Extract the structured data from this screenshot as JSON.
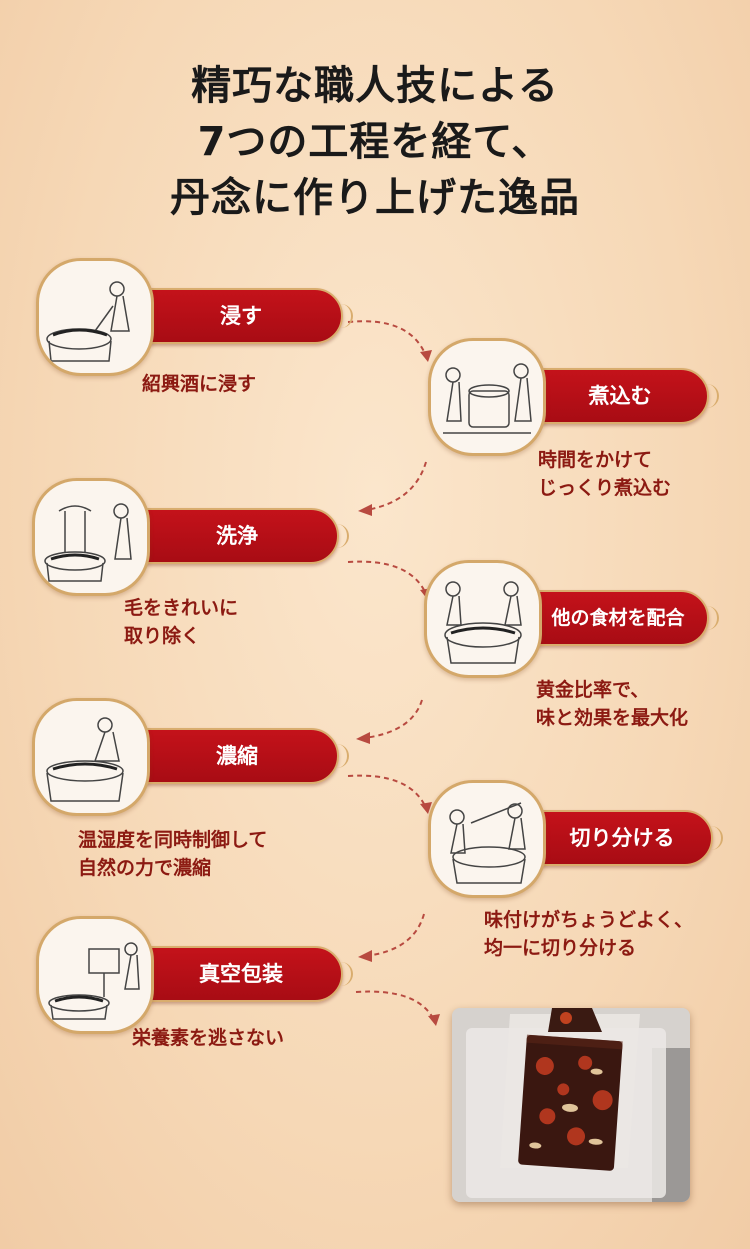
{
  "title": {
    "line1": "精巧な職人技による",
    "line2": "7つの工程を経て、",
    "line3": "丹念に作り上げた逸品"
  },
  "steps": [
    {
      "label": "浸す",
      "desc": [
        "紹興酒に浸す"
      ],
      "icon": "soaking-illustration-icon"
    },
    {
      "label": "煮込む",
      "desc": [
        "時間をかけて",
        "じっくり煮込む"
      ],
      "icon": "simmering-illustration-icon"
    },
    {
      "label": "洗浄",
      "desc": [
        "毛をきれいに",
        "取り除く"
      ],
      "icon": "washing-illustration-icon"
    },
    {
      "label": "他の食材を配合",
      "desc": [
        "黄金比率で、",
        "味と効果を最大化"
      ],
      "icon": "mixing-illustration-icon"
    },
    {
      "label": "濃縮",
      "desc": [
        "温湿度を同時制御して",
        "自然の力で濃縮"
      ],
      "icon": "concentrating-illustration-icon"
    },
    {
      "label": "切り分ける",
      "desc": [
        "味付けがちょうどよく、",
        "均一に切り分ける"
      ],
      "icon": "cutting-illustration-icon"
    },
    {
      "label": "真空包装",
      "desc": [
        "栄養素を逃さない"
      ],
      "icon": "vacuum-packing-illustration-icon"
    }
  ],
  "colors": {
    "banner": "#b80f17",
    "desc_text": "#8c1a12",
    "arrow": "#b84a40",
    "frame": "#d4a86a"
  }
}
